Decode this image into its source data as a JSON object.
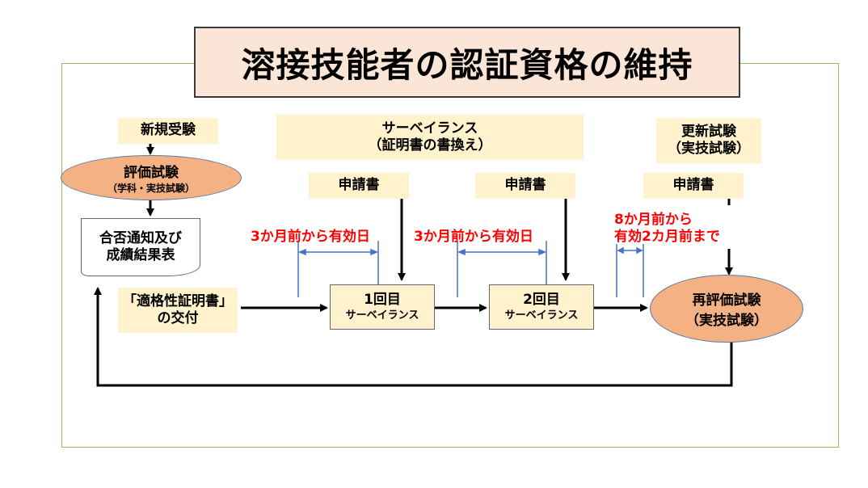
{
  "title": "溶接技能者の認証資格の維持",
  "new_exam": "新規受験",
  "eval_exam": {
    "line1": "評価試験",
    "line2": "（学科・実技試験）"
  },
  "notice_doc": {
    "line1": "合否通知及び",
    "line2": "成績結果表"
  },
  "certificate": {
    "line1": "「適格性証明書」",
    "line2": "の交付"
  },
  "surveillance": {
    "line1": "サーベイランス",
    "line2": "（証明書の書換え）"
  },
  "renewal": {
    "line1": "更新試験",
    "line2": "（実技試験）"
  },
  "application_label": "申請書",
  "survey1": {
    "line1": "1回目",
    "line2": "サーベイランス"
  },
  "survey2": {
    "line1": "2回目",
    "line2": "サーベイランス"
  },
  "reeval": {
    "line1": "再評価試験",
    "line2": "（実技試験）"
  },
  "window1": "3か月前から有効日",
  "window2": "3か月前から有効日",
  "window3": {
    "line1": "8か月前から",
    "line2": "有効2カ月前まで"
  },
  "colors": {
    "accent_red": "#ff0000",
    "box_fill": "#fff2cc",
    "ellipse_fill": "#f4b183",
    "title_fill": "#fbe5d6",
    "bracket_blue": "#4472c4",
    "frame_green": "#8fbf5a"
  }
}
